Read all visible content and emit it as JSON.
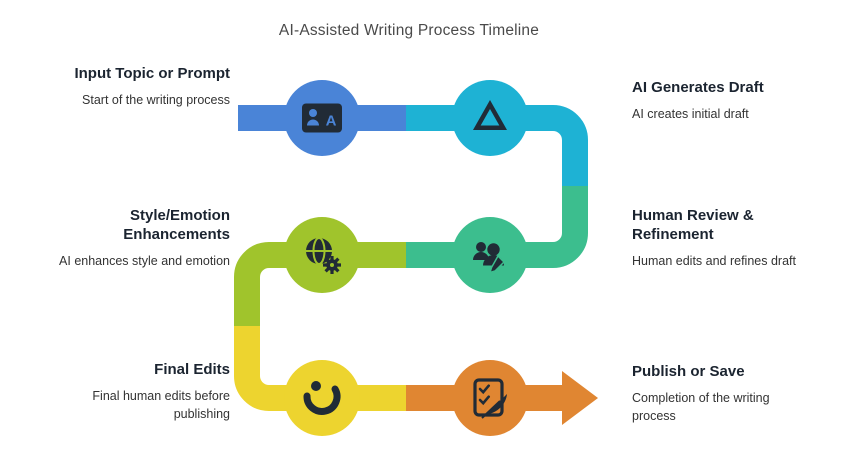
{
  "title": "AI-Assisted Writing Process Timeline",
  "colors": {
    "icon_ink": "#212b36"
  },
  "steps": [
    {
      "title": "Input Topic or Prompt",
      "desc": "Start of the writing process",
      "color": "#4a84d7",
      "icon": "id-card-icon"
    },
    {
      "title": "AI Generates Draft",
      "desc": "AI creates initial draft",
      "color": "#1eb2d4",
      "icon": "drive-icon"
    },
    {
      "title": "Human Review & Refinement",
      "desc": "Human edits and refines draft",
      "color": "#3cbe8e",
      "icon": "people-edit-icon"
    },
    {
      "title": "Style/Emotion Enhancements",
      "desc": "AI enhances style and emotion",
      "color": "#a0c42c",
      "icon": "globe-gear-icon"
    },
    {
      "title": "Final Edits",
      "desc": "Final human edits before publishing",
      "color": "#edd42f",
      "icon": "hand-gesture-icon"
    },
    {
      "title": "Publish or Save",
      "desc": "Completion of the writing process",
      "color": "#e08632",
      "icon": "checklist-pen-icon"
    }
  ],
  "icon_glyphs": {
    "card_letter": "A"
  }
}
